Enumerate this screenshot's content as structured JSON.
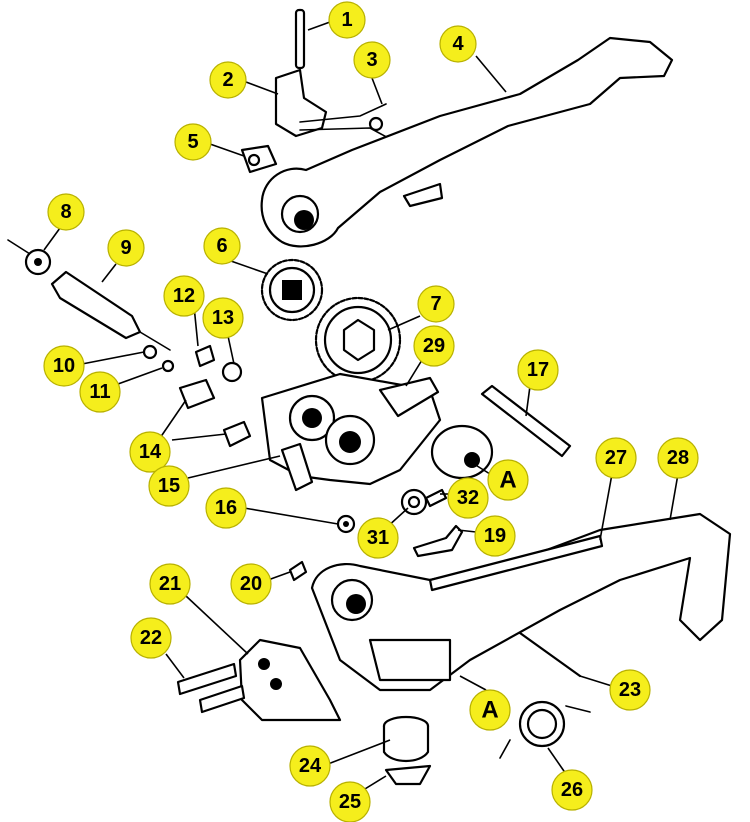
{
  "callouts": [
    "1",
    "2",
    "3",
    "4",
    "5",
    "6",
    "7",
    "8",
    "9",
    "10",
    "11",
    "12",
    "13",
    "14",
    "15",
    "16",
    "17",
    "19",
    "20",
    "21",
    "22",
    "23",
    "24",
    "25",
    "26",
    "27",
    "28",
    "29",
    "31",
    "32",
    "A",
    "A"
  ],
  "colors": {
    "callout_fill": "#f5ee1c",
    "line": "#000000",
    "background": "#ffffff"
  }
}
